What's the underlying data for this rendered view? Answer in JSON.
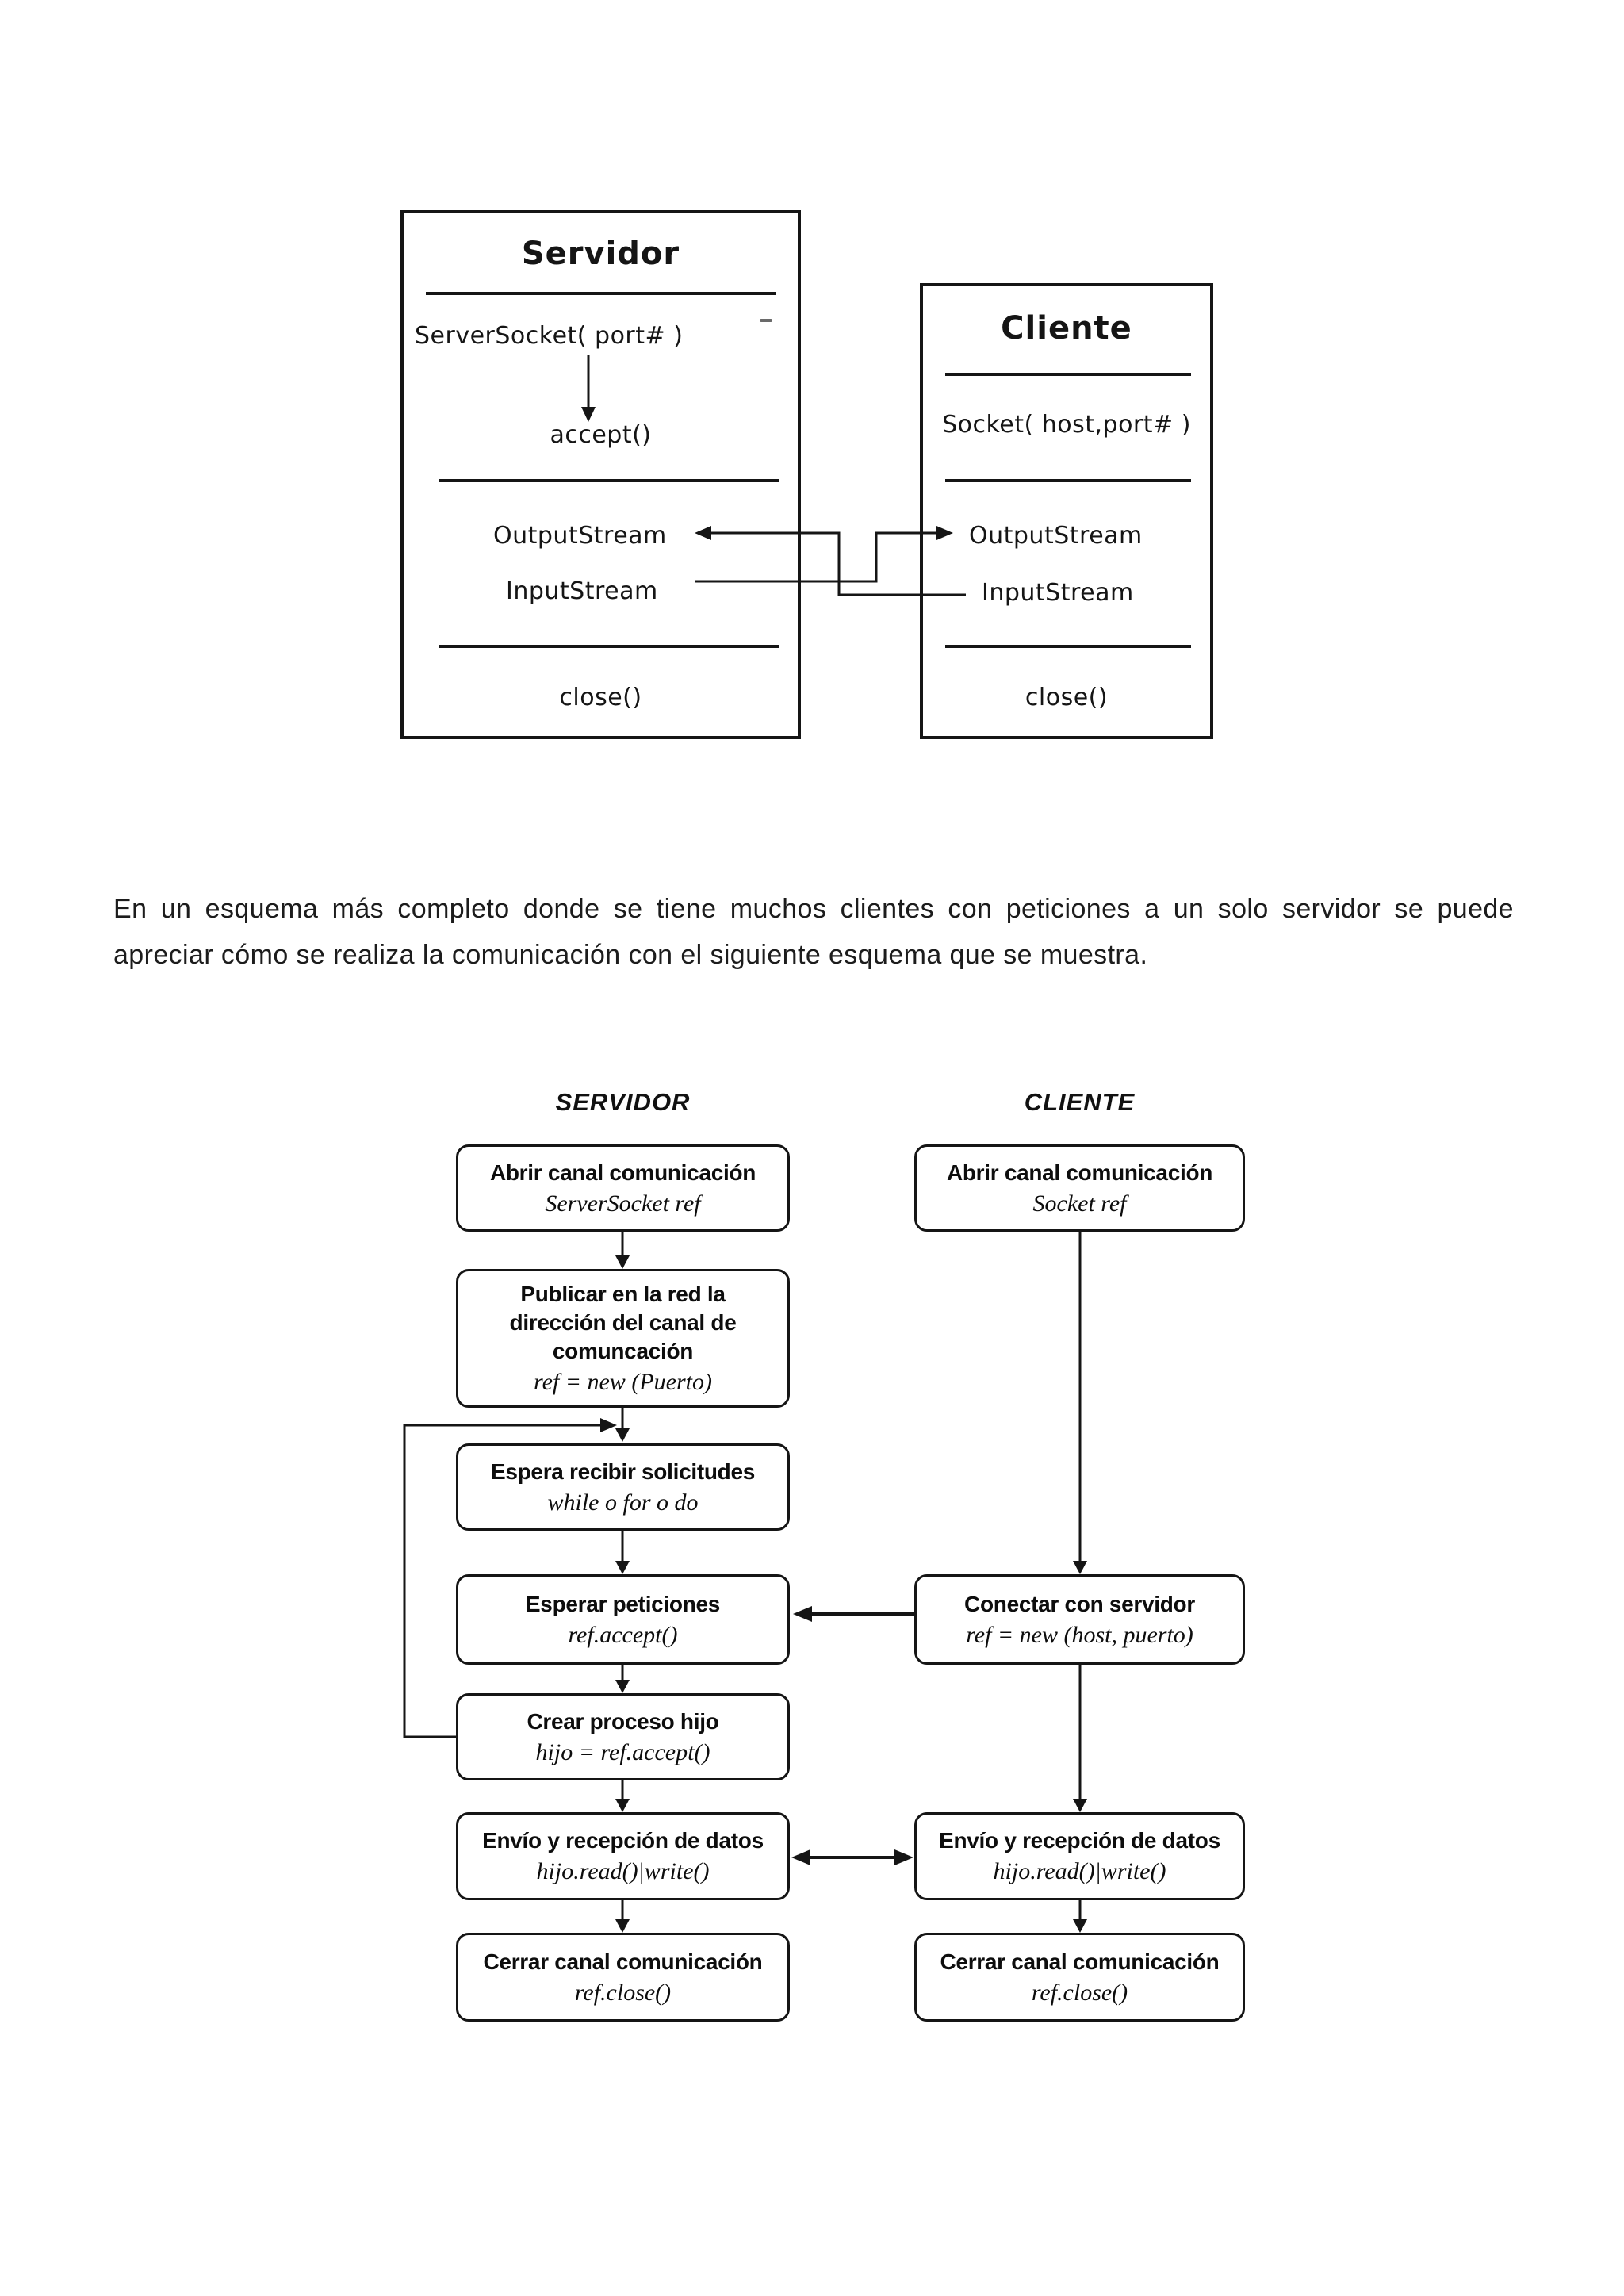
{
  "colors": {
    "ink": "#151515",
    "paper": "#ffffff"
  },
  "top_diagram": {
    "server": {
      "title": "Servidor",
      "constructor": "ServerSocket( port# )",
      "accept": "accept()",
      "output_stream": "OutputStream",
      "input_stream": "InputStream",
      "close": "close()"
    },
    "client": {
      "title": "Cliente",
      "constructor": "Socket( host,port# )",
      "output_stream": "OutputStream",
      "input_stream": "InputStream",
      "close": "close()"
    }
  },
  "paragraph": {
    "text": "En un esquema más completo donde se tiene muchos clientes con peticiones a un solo servidor se puede apreciar cómo se realiza la comunicación con el siguiente esquema que se muestra."
  },
  "flowchart": {
    "server_header": "SERVIDOR",
    "client_header": "CLIENTE",
    "server_steps": [
      {
        "title": "Abrir canal comunicación",
        "code": "ServerSocket ref"
      },
      {
        "title": "Publicar en la red la\ndirección del canal de\ncomuncación",
        "code": "ref = new (Puerto)"
      },
      {
        "title": "Espera recibir solicitudes",
        "code": "while o for o do"
      },
      {
        "title": "Esperar peticiones",
        "code": "ref.accept()"
      },
      {
        "title": "Crear proceso hijo",
        "code": "hijo = ref.accept()"
      },
      {
        "title": "Envío y recepción de datos",
        "code": "hijo.read()|write()"
      },
      {
        "title": "Cerrar canal comunicación",
        "code": "ref.close()"
      }
    ],
    "client_steps": [
      {
        "title": "Abrir canal comunicación",
        "code": "Socket ref"
      },
      {
        "title": "Conectar con servidor",
        "code": "ref = new (host, puerto)"
      },
      {
        "title": "Envío y recepción de datos",
        "code": "hijo.read()|write()"
      },
      {
        "title": "Cerrar canal comunicación",
        "code": "ref.close()"
      }
    ]
  }
}
